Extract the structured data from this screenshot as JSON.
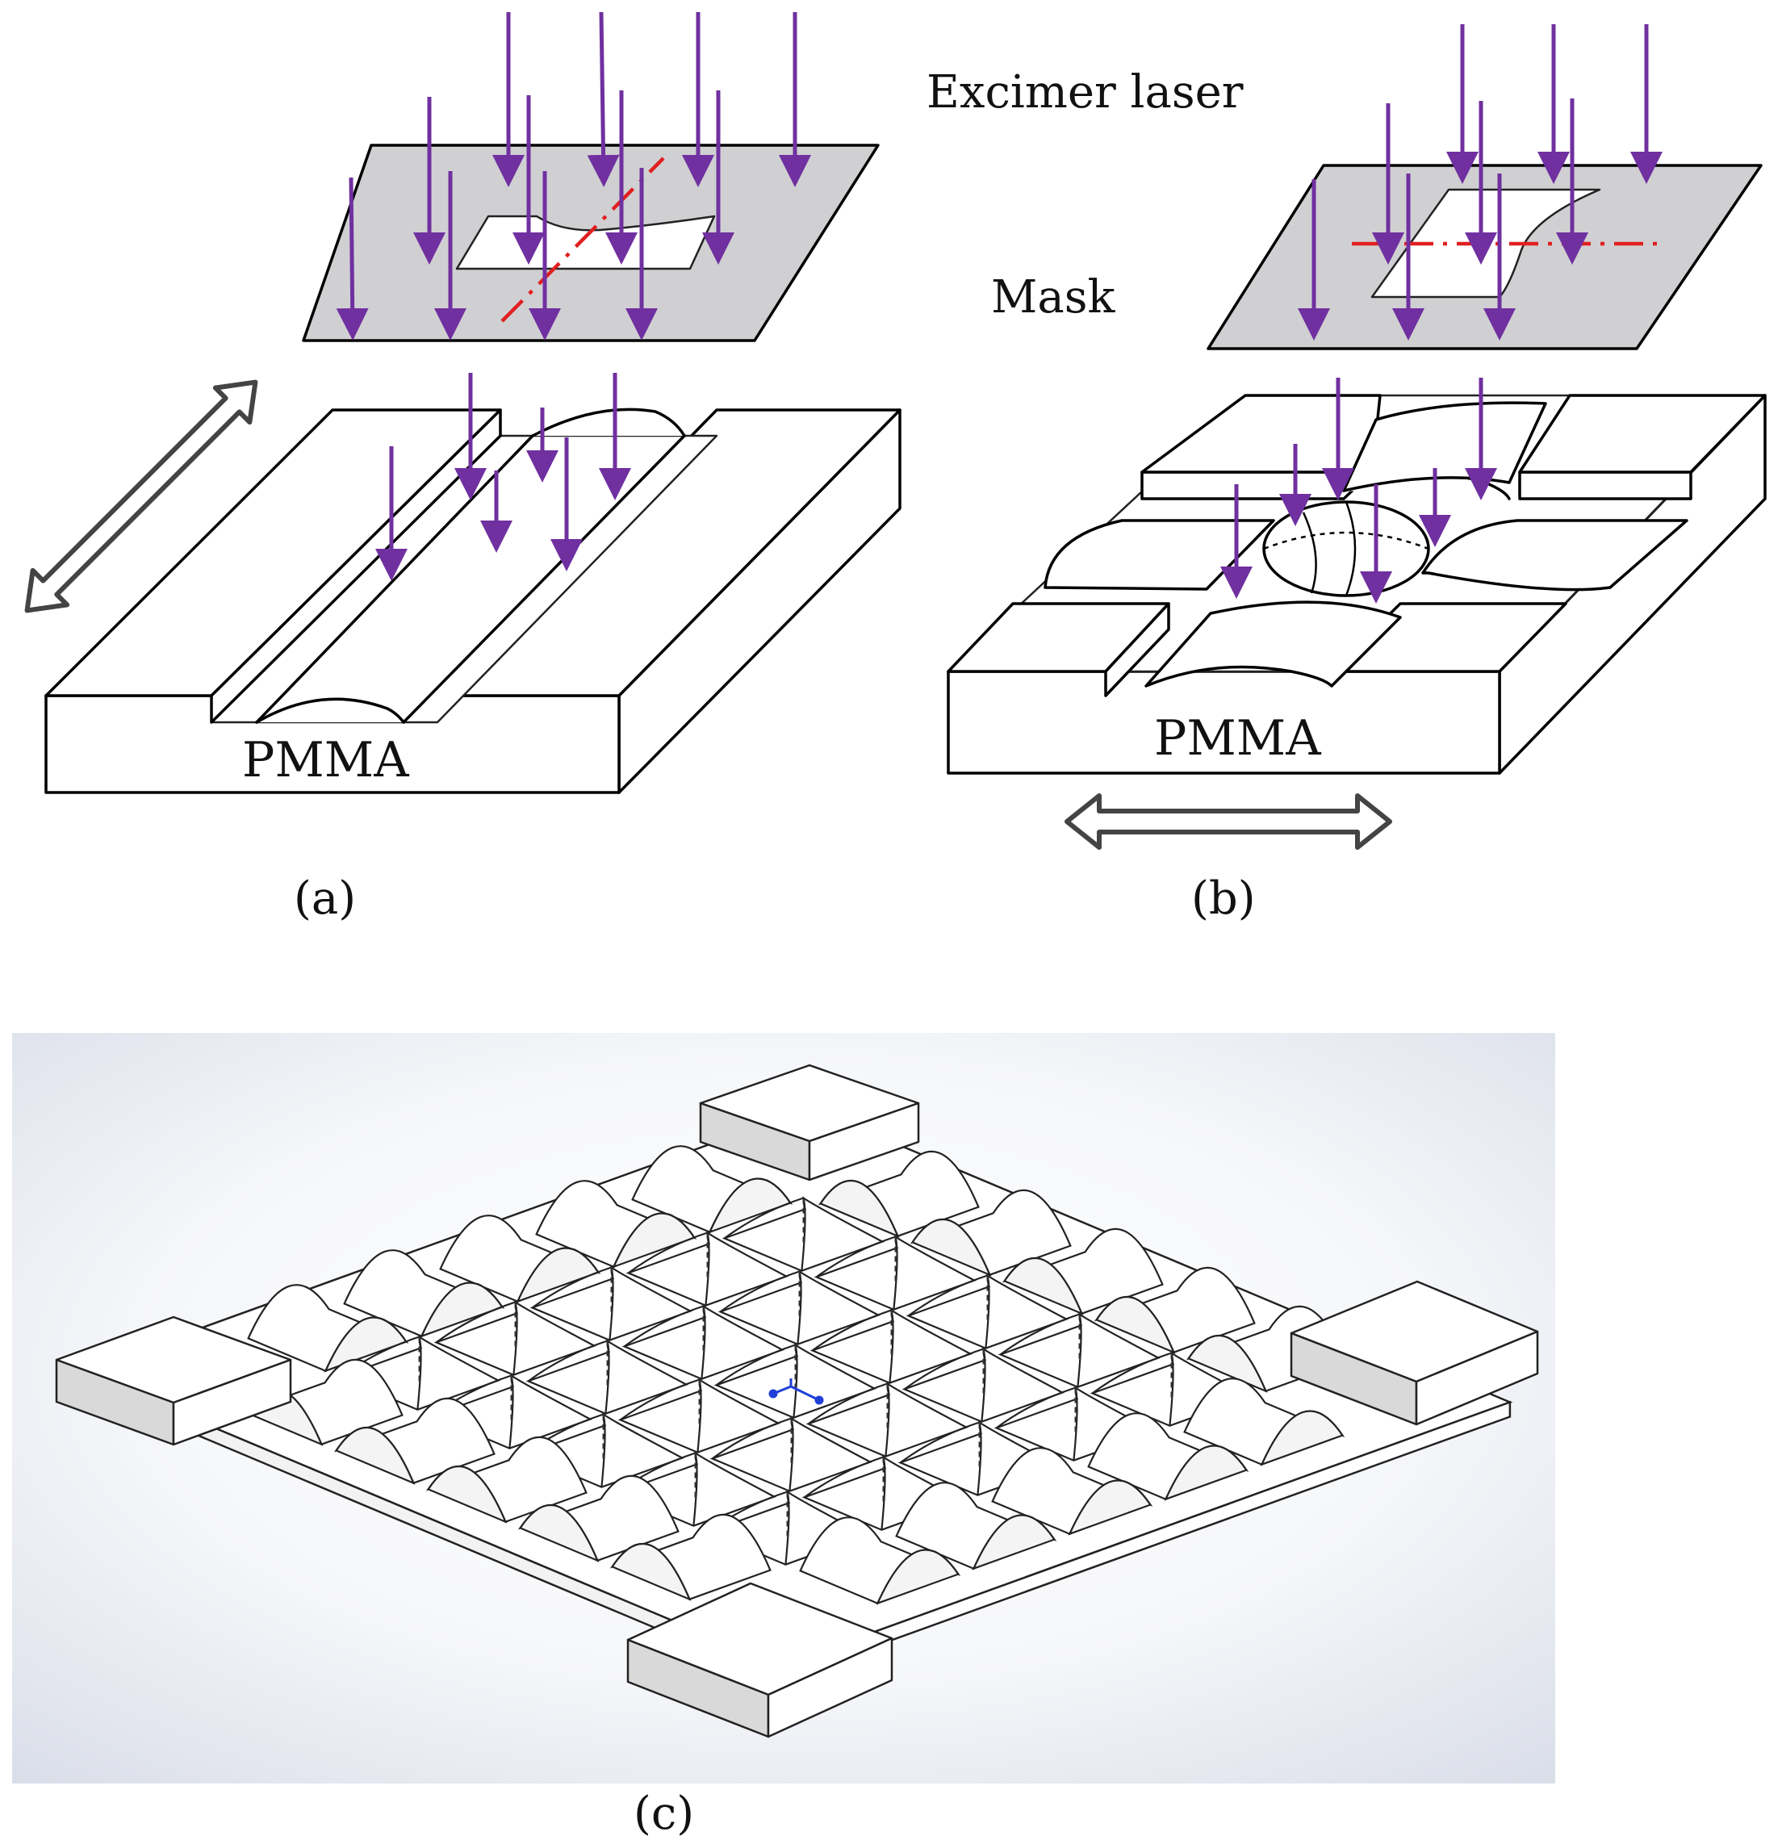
{
  "labels": {
    "excimer_laser": "Excimer laser",
    "mask": "Mask",
    "pmma_a": "PMMA",
    "pmma_b": "PMMA",
    "caption_a": "(a)",
    "caption_b": "(b)",
    "caption_c": "(c)"
  },
  "colors": {
    "laser_arrow": "#7030a0",
    "mask_fill": "#d0d0d3",
    "align_line": "#e02020",
    "outline": "#000000",
    "render_background": "#dfe2ea",
    "block_side": "#d9d9d9",
    "axis_triad": "#1f3fd8"
  },
  "icons": {
    "motion_arrow_a": "double-headed-arrow-icon",
    "motion_arrow_b": "double-headed-arrow-icon",
    "coordinate_triad": "coordinate-axes-icon"
  }
}
